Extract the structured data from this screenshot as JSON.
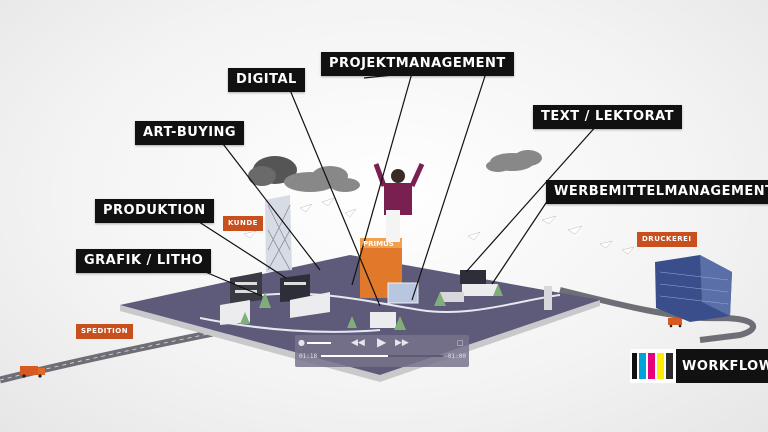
{
  "labels": {
    "projektmanagement": "PROJEKTMANAGEMENT",
    "digital": "DIGITAL",
    "art_buying": "ART-BUYING",
    "text_lektorat": "TEXT / LEKTORAT",
    "werbemittelmanagement": "WERBEMITTELMANAGEMENT",
    "produktion": "PRODUKTION",
    "grafik_litho": "GRAFIK / LITHO"
  },
  "tags": {
    "kunde": "KUNDE",
    "druckerei": "DRUCKEREI",
    "spedition": "SPEDITION"
  },
  "sign": {
    "primus": "PRIMUS"
  },
  "player": {
    "time_elapsed": "01:18",
    "time_remaining": "-01:00",
    "progress": 0.55,
    "volume": 1.0,
    "icons": [
      "rewind-icon",
      "play-icon",
      "fast-forward-icon",
      "fullscreen-icon",
      "volume-icon"
    ]
  },
  "brand": {
    "workflow": "WORKFLOW",
    "colors": [
      "#00a3d9",
      "#e6007e",
      "#ffed00",
      "#2b2b2b"
    ]
  },
  "colors": {
    "label_bg": "#111111",
    "tag_bg": "#c8501e",
    "platform": "#5e5a7a",
    "presenter": "#7a2050"
  }
}
